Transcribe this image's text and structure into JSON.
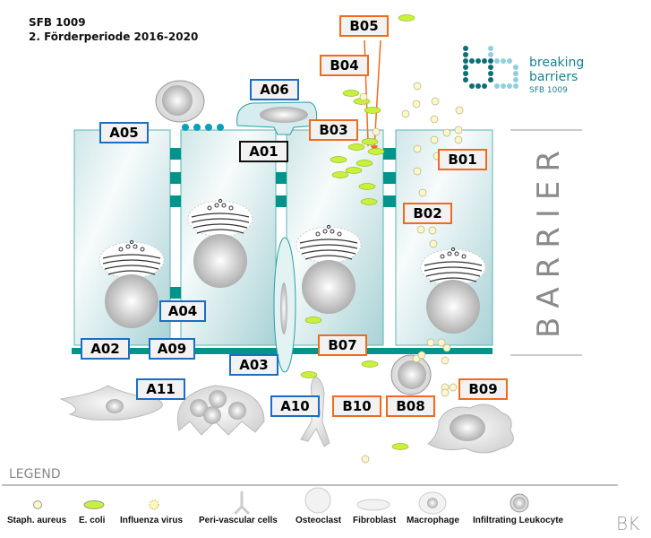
{
  "header": {
    "line1": "SFB 1009",
    "line2": "2. Förderperiode 2016-2020"
  },
  "logo": {
    "line1": "breaking",
    "line2": "barriers",
    "line3": "SFB 1009"
  },
  "barrier_label": "BARRIER",
  "labels": {
    "A01": "A01",
    "A02": "A02",
    "A03": "A03",
    "A04": "A04",
    "A05": "A05",
    "A06": "A06",
    "A09": "A09",
    "A10": "A10",
    "A11": "A11",
    "B01": "B01",
    "B02": "B02",
    "B03": "B03",
    "B04": "B04",
    "B05": "B05",
    "B07": "B07",
    "B08": "B08",
    "B09": "B09",
    "B10": "B10"
  },
  "legend": {
    "title": "LEGEND",
    "items": [
      "Staph. aureus",
      "E. coli",
      "Influenza virus",
      "Peri-vascular cells",
      "Osteoclast",
      "Fibroblast",
      "Macrophage",
      "Infiltrating Leukocyte"
    ]
  },
  "signature": "BK",
  "colors": {
    "teal": "#00948a",
    "blue_box": "#1a6fc4",
    "orange_box": "#f26a1b",
    "ecoli": "#c8f03c",
    "staph": "#fbf7c8"
  }
}
